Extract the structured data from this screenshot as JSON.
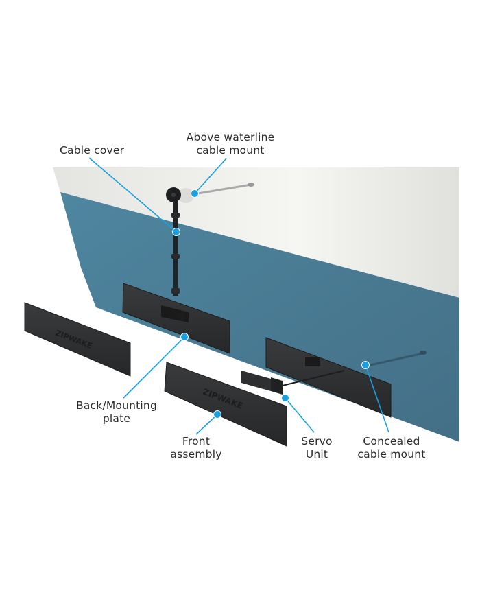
{
  "diagram": {
    "subject": "Zipwake interceptor installation on boat transom",
    "brand_text": "ZIPWAKE",
    "colors": {
      "hull_blue": "#4a7a92",
      "hull_white": "#eeeeea",
      "callout_blue": "#1a9fe0",
      "part_dark": "#2c2d2f",
      "label_text": "#2b2b2b"
    },
    "callouts": [
      {
        "id": "cable-cover",
        "lines": [
          "Cable cover"
        ]
      },
      {
        "id": "above-waterline-cable-mount",
        "lines": [
          "Above waterline",
          "cable mount"
        ]
      },
      {
        "id": "back-mounting-plate",
        "lines": [
          "Back/Mounting",
          "plate"
        ]
      },
      {
        "id": "front-assembly",
        "lines": [
          "Front",
          "assembly"
        ]
      },
      {
        "id": "servo-unit",
        "lines": [
          "Servo",
          "Unit"
        ]
      },
      {
        "id": "concealed-cable-mount",
        "lines": [
          "Concealed",
          "cable mount"
        ]
      }
    ]
  }
}
